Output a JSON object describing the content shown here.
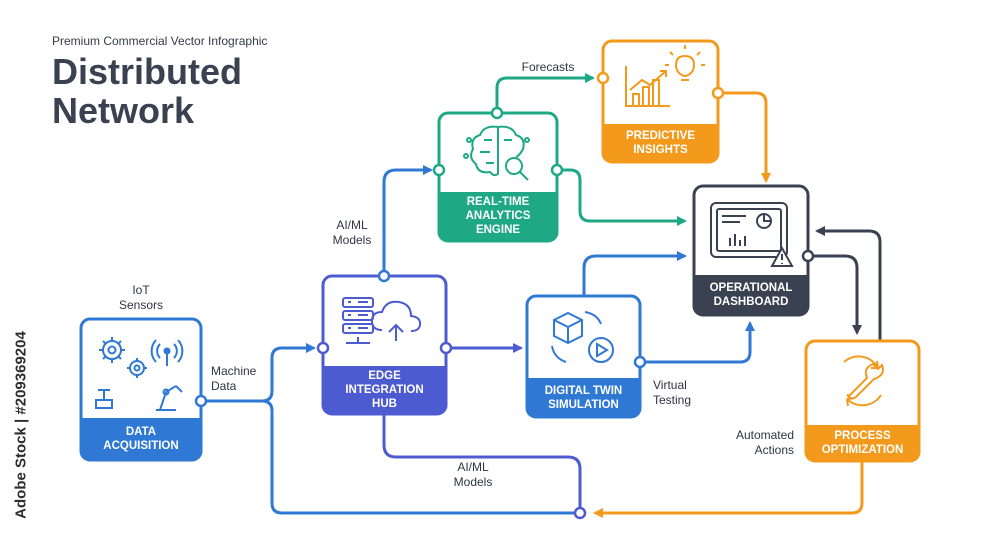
{
  "header": {
    "subtitle": "Premium Commercial Vector Infographic",
    "title_line1": "Distributed",
    "title_line2": "Network"
  },
  "nodes": {
    "data_acquisition": {
      "line1": "DATA",
      "line2": "ACQUISITION",
      "color": "#2f78d4",
      "icon": "gears-antenna-robot-arm-icon"
    },
    "edge_hub": {
      "line1": "EDGE",
      "line2": "INTEGRATION",
      "line3": "HUB",
      "color": "#4d5bd1",
      "icon": "server-cloud-upload-icon"
    },
    "analytics_engine": {
      "line1": "REAL-TIME",
      "line2": "ANALYTICS",
      "line3": "ENGINE",
      "color": "#1ea886",
      "icon": "brain-magnifier-icon"
    },
    "predictive_insights": {
      "line1": "PREDICTIVE",
      "line2": "INSIGHTS",
      "color": "#f39a1c",
      "icon": "growth-chart-lightbulb-icon"
    },
    "digital_twin": {
      "line1": "DIGITAL TWIN",
      "line2": "SIMULATION",
      "color": "#2f78d4",
      "icon": "box-play-cycle-icon"
    },
    "dashboard": {
      "line1": "OPERATIONAL",
      "line2": "DASHBOARD",
      "color": "#3a4252",
      "icon": "dashboard-alert-icon"
    },
    "process_optimization": {
      "line1": "PROCESS",
      "line2": "OPTIMIZATION",
      "color": "#f39a1c",
      "icon": "wrench-cycle-icon"
    }
  },
  "edge_labels": {
    "iot_sensors_1": "IoT",
    "iot_sensors_2": "Sensors",
    "machine_data_1": "Machine",
    "machine_data_2": "Data",
    "aiml_top_1": "AI/ML",
    "aiml_top_2": "Models",
    "forecasts": "Forecasts",
    "virtual_testing_1": "Virtual",
    "virtual_testing_2": "Testing",
    "aiml_bottom_1": "AI/ML",
    "aiml_bottom_2": "Models",
    "automated_actions_1": "Automated",
    "automated_actions_2": "Actions"
  },
  "watermark": "Adobe Stock | #209369204"
}
